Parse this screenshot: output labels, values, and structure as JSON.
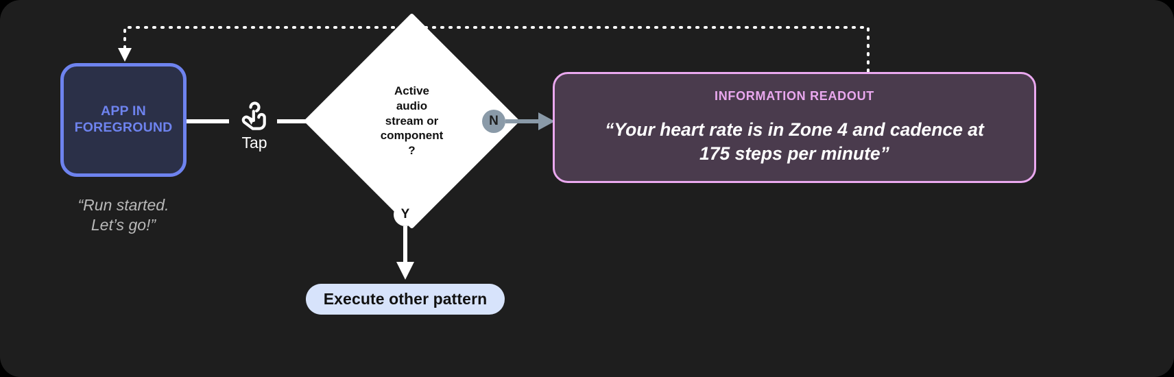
{
  "canvas": {
    "background": "#1e1e1e",
    "page_background": "#000000"
  },
  "colors": {
    "app_node_border": "#6e83ef",
    "app_node_fill": "#2b3048",
    "app_node_text": "#6e83ef",
    "readout_border": "#eaa8ef",
    "readout_fill": "#4a3b4d",
    "readout_title": "#eaa8ef",
    "pill_fill": "#d7e3fb",
    "pill_text": "#111111",
    "diamond_fill": "#ffffff",
    "diamond_text": "#111111",
    "badge_n_fill": "#8a9aa8",
    "badge_y_fill": "#ffffff",
    "connector_white": "#ffffff",
    "connector_gray": "#8a9aa8",
    "caption_text": "#b9b9b9"
  },
  "nodes": {
    "app": {
      "label": "APP IN\nFOREGROUND",
      "caption": "“Run started.\nLet’s go!”"
    },
    "tap": {
      "label": "Tap",
      "icon": "tap-gesture-icon"
    },
    "decision": {
      "text": "Active\naudio\nstream or\ncomponent\n?"
    },
    "branch_no": {
      "badge": "N"
    },
    "branch_yes": {
      "badge": "Y"
    },
    "readout": {
      "title": "INFORMATION READOUT",
      "body": "“Your heart rate is in Zone 4 and cadence at\n175 steps per minute”"
    },
    "pill": {
      "label": "Execute other pattern"
    }
  },
  "connectors": {
    "app_to_tap": "solid-line",
    "tap_to_decision": "solid-arrow",
    "no_to_readout": "gray-arrow",
    "decision_to_yes": "solid-line",
    "yes_to_pill": "solid-arrow",
    "readout_to_app": "dotted-feedback-arrow"
  }
}
